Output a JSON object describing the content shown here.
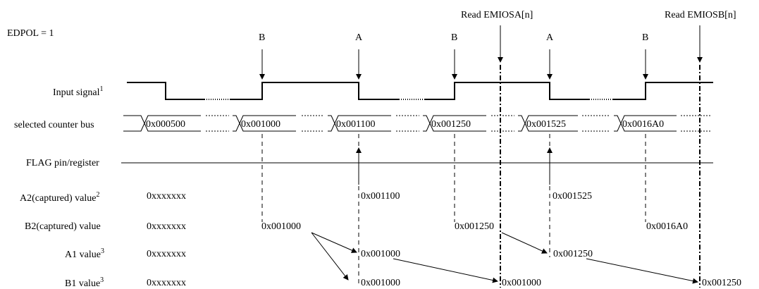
{
  "edpol": "EDPOL = 1",
  "rows": {
    "input": "Input signal",
    "input_sup": "1",
    "counter": "selected counter bus",
    "flag": "FLAG pin/register",
    "a2": "A2(captured) value",
    "a2_sup": "2",
    "b2": "B2(captured) value",
    "a1": "A1 value",
    "a1_sup": "3",
    "b1": "B1 value",
    "b1_sup": "3"
  },
  "reads": {
    "a": "Read EMIOSA[n]",
    "b": "Read EMIOSB[n]"
  },
  "edges": [
    "B",
    "A",
    "B",
    "A",
    "B"
  ],
  "counter_values": [
    "0x000500",
    "0x001000",
    "0x001100",
    "0x001250",
    "0x001525",
    "0x0016A0"
  ],
  "initial": {
    "a2": "0xxxxxxx",
    "b2": "0xxxxxxx",
    "a1": "0xxxxxxx",
    "b1": "0xxxxxxx"
  },
  "a2_values": [
    "0x001100",
    "0x001525"
  ],
  "b2_values": [
    "0x001000",
    "0x001250",
    "0x0016A0"
  ],
  "a1_values": [
    "0x001000",
    "0x001250"
  ],
  "b1_values": [
    "0x001000",
    "0x001000",
    "0x001250"
  ]
}
